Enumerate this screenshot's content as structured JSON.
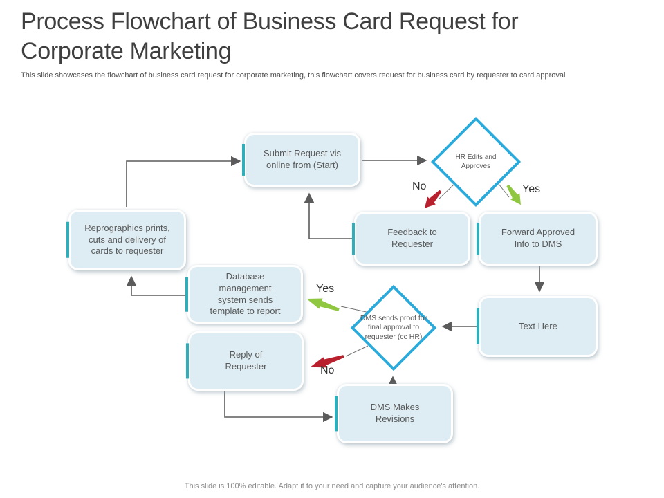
{
  "slide": {
    "title": "Process Flowchart of Business Card Request for Corporate Marketing",
    "subtitle": "This slide showcases the flowchart of business card request for corporate marketing, this flowchart covers request for business card by requester to card approval",
    "footer": "This slide is 100% editable. Adapt it to your need and capture your audience's attention."
  },
  "flowchart": {
    "nodes": {
      "submit": {
        "label": "Submit Request vis online from (Start)"
      },
      "hr_decision": {
        "label": "HR Edits and Approves"
      },
      "feedback": {
        "label": "Feedback to Requester"
      },
      "forward": {
        "label": "Forward Approved Info to DMS"
      },
      "reprographics": {
        "label": "Reprographics prints, cuts and delivery of cards to requester"
      },
      "database": {
        "label": "Database management system sends template to report"
      },
      "reply": {
        "label": "Reply of Requester"
      },
      "dms_decision": {
        "label": "DMS sends proof for final approval to requester (cc HR)"
      },
      "text_here": {
        "label": "Text Here"
      },
      "dms_revisions": {
        "label": "DMS Makes Revisions"
      }
    },
    "edge_labels": {
      "hr_no": "No",
      "hr_yes": "Yes",
      "dms_yes": "Yes",
      "dms_no": "No"
    },
    "colors": {
      "node_fill": "#DEEDF4",
      "accent_teal": "#2FAFBC",
      "diamond_border": "#2AA9DB",
      "connector_gray": "#5B5B5B",
      "yes_arrow_green": "#90C740",
      "no_arrow_red": "#B9202E"
    }
  }
}
